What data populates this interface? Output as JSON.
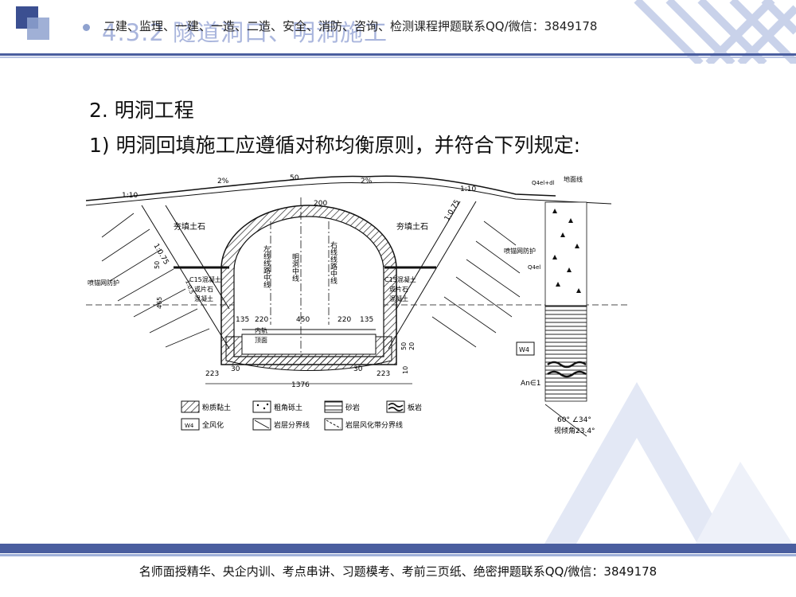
{
  "header": {
    "section_title": "4.3.2 隧道洞口、明洞施工",
    "watermark": "二建、监理、一建、一造、二造、安全、消防、咨询、检测课程押题联系QQ/微信：3849178"
  },
  "content": {
    "heading": "2. 明洞工程",
    "subheading": "1) 明洞回填施工应遵循对称均衡原则，并符合下列规定:"
  },
  "figure": {
    "slope_left": "1:10",
    "slope_right": "1:10",
    "grade_left": "2%",
    "grade_right": "2%",
    "slope_side_left": "1:0.75",
    "slope_side_right": "1:0.75",
    "dim_top": "50",
    "dim_crown": "200",
    "fill_left": "夯填土石",
    "fill_right": "夯填土石",
    "left_line": "左线线路中线",
    "center_line": "明洞中线",
    "right_line": "右线线路中线",
    "concrete_left": [
      "C15混凝土",
      "或片石",
      "混凝土"
    ],
    "concrete_right": [
      "C15混凝土",
      "或片石",
      "混凝土"
    ],
    "anchor_left": "喷锚网防护",
    "anchor_right": "喷锚网防护",
    "ground_line": "地面线",
    "q_top": "Q4el+dl",
    "q_mid": "Q4el",
    "dim_465": "465",
    "dim_side_50": "50",
    "dim_1_05": "1:0.5",
    "dims_inner": [
      "135",
      "220",
      "450",
      "220",
      "135"
    ],
    "rail_label": "内轨",
    "rail_top": "顶面",
    "dims_bottom": [
      "223",
      "30",
      "30",
      "223"
    ],
    "dim_total": "1376",
    "dim_right_50": "50",
    "dim_right_20": "20",
    "dim_right_10": "10",
    "w4_label": "W4",
    "an_label": "An∈1",
    "angle_label": "60° ∠34°",
    "dip_label": "视倾角23.4°",
    "legend": [
      {
        "label": "粉质黏土",
        "icon": "hatch-icon"
      },
      {
        "label": "粗角砾土",
        "icon": "dots-icon"
      },
      {
        "label": "砂岩",
        "icon": "lines-icon"
      },
      {
        "label": "板岩",
        "icon": "wave-icon"
      },
      {
        "label": "全风化",
        "icon": "w4-icon"
      },
      {
        "label": "岩层分界线",
        "icon": "diagonal-icon"
      },
      {
        "label": "岩层风化带分界线",
        "icon": "diagonal-icon"
      }
    ]
  },
  "footer": {
    "text": "名师面授精华、央企内训、考点串讲、习题模考、考前三页纸、绝密押题联系QQ/微信：3849178"
  },
  "colors": {
    "accent": "#4a5e9f",
    "accent_light": "#8fa2cf"
  }
}
